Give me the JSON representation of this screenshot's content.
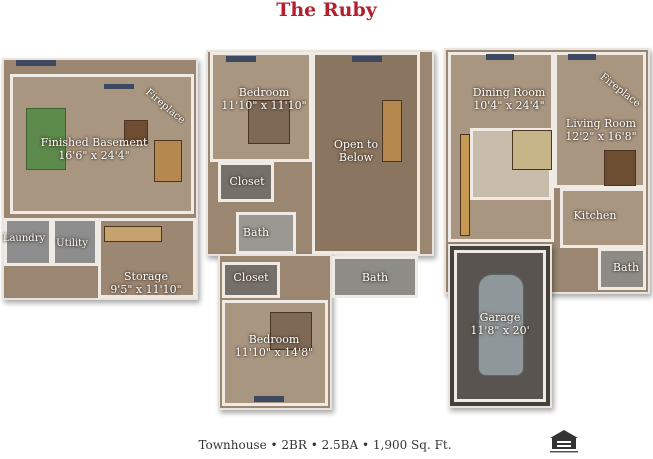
{
  "title": "The Ruby",
  "footer": "Townhouse • 2BR • 2.5BA • 1,900 Sq. Ft.",
  "logo_icon": "equal-housing-opportunity-icon",
  "colors": {
    "title": "#b2202e",
    "floor": "#9a8671",
    "wall": "#efebe4"
  },
  "levels": {
    "basement": {
      "finished_basement": {
        "name": "Finished Basement",
        "dims": "16'6\" x 24'4\""
      },
      "fireplace": "Fireplace",
      "laundry": "Laundry",
      "utility": "Utility",
      "storage": {
        "name": "Storage",
        "dims": "9'5\" x 11'10\""
      }
    },
    "upper": {
      "bedroom_top": {
        "name": "Bedroom",
        "dims": "11'10\" x 11'10\""
      },
      "open_to_below": {
        "line1": "Open to",
        "line2": "Below"
      },
      "closet_top": "Closet",
      "bath_mid": "Bath",
      "closet_bottom": "Closet",
      "bath_right": "Bath",
      "bedroom_bottom": {
        "name": "Bedroom",
        "dims": "11'10\" x 14'8\""
      }
    },
    "main": {
      "dining_room": {
        "name": "Dining Room",
        "dims": "10'4\" x 24'4\""
      },
      "fireplace": "Fireplace",
      "living_room": {
        "name": "Living Room",
        "dims": "12'2\" x 16'8\""
      },
      "kitchen": "Kitchen",
      "bath": "Bath",
      "garage": {
        "name": "Garage",
        "dims": "11'8\" x 20'"
      }
    }
  }
}
